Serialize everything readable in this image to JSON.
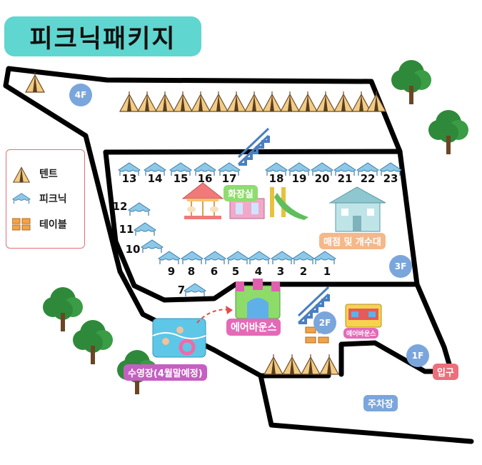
{
  "title": "피크닉패키지",
  "legend": [
    {
      "icon": "tent-icon",
      "label": "텐트"
    },
    {
      "icon": "picnic-canopy-icon",
      "label": "피크닉"
    },
    {
      "icon": "table-icon",
      "label": "테이블"
    }
  ],
  "spots_top_row": [
    "13",
    "14",
    "15",
    "16",
    "17",
    "18",
    "19",
    "20",
    "21",
    "22",
    "23"
  ],
  "spots_left": [
    "12",
    "11",
    "10"
  ],
  "spots_bottom_row": [
    "9",
    "8",
    "6",
    "5",
    "4",
    "3",
    "2",
    "1"
  ],
  "spot_7": "7",
  "floors": [
    "4F",
    "3F",
    "2F",
    "1F"
  ],
  "labels": {
    "restroom": "화장실",
    "store": "매점 및 개수대",
    "air_bounce_main": "에어바운스",
    "air_bounce_small": "에어바운스",
    "pool": "수영장(4월말예정)",
    "entrance": "입구",
    "parking": "주차장"
  },
  "colors": {
    "title_bg": "#5fd6cf",
    "floor_badge": "#7aa6dc",
    "restroom": "#8fdc6f",
    "store": "#f4b88a",
    "air_bounce": "#e46ab8",
    "pool": "#c55fc1",
    "entrance": "#ec6f7c",
    "parking": "#7aa6dc",
    "legend_border": "#e2707a"
  }
}
